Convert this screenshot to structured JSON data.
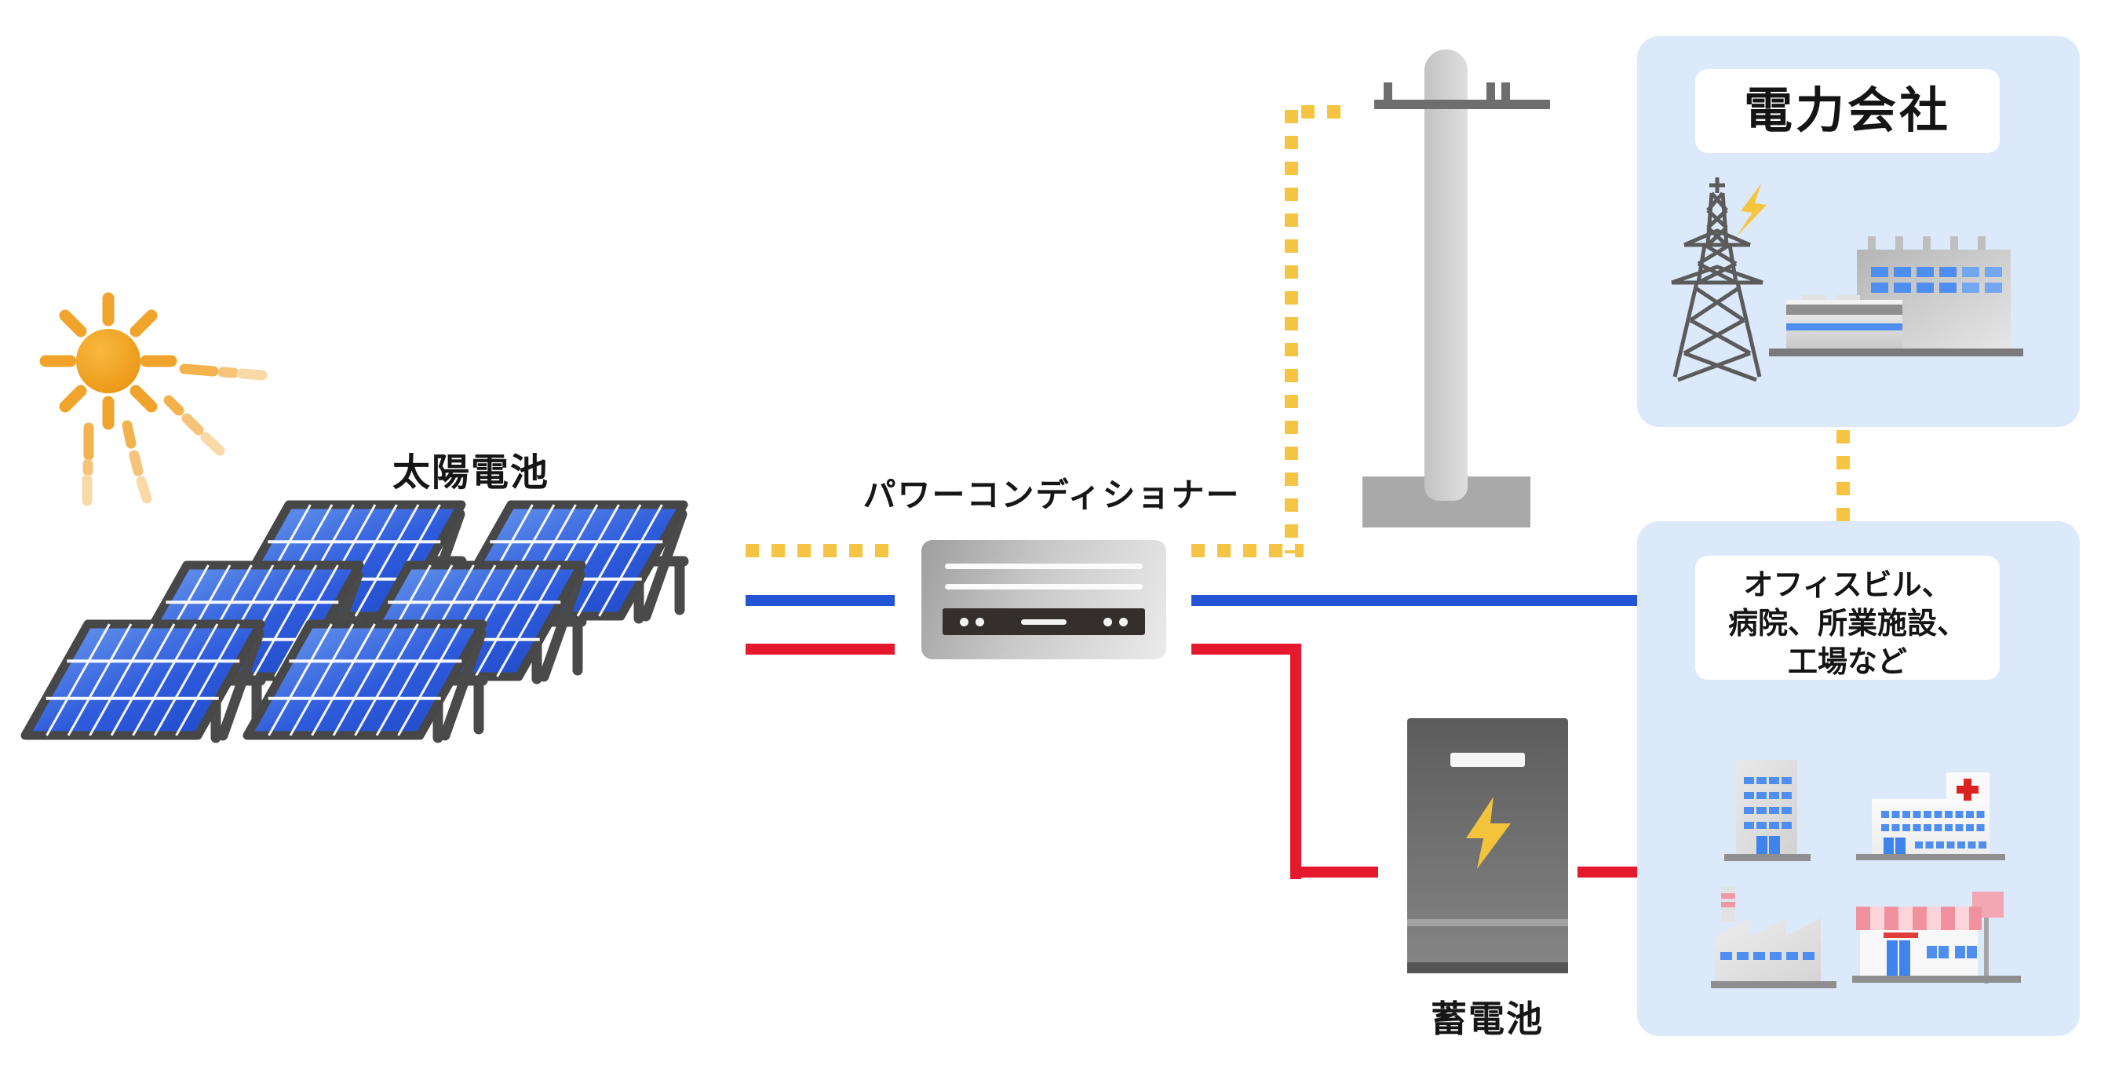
{
  "nodes": {
    "sun": {
      "icon": "sun-icon"
    },
    "solar_array": {
      "label": "太陽電池",
      "panel_count": 6
    },
    "power_conditioner": {
      "label": "パワーコンディショナー"
    },
    "utility_pole": {
      "icon": "utility-pole-icon"
    },
    "storage_battery": {
      "label": "蓄電池"
    },
    "power_company": {
      "label": "電力会社"
    },
    "consumers": {
      "label_lines": [
        "オフィスビル、",
        "病院、所業施設、",
        "工場など"
      ]
    }
  },
  "connections": {
    "yellow_dashed": "#F6C443",
    "blue_solid": "#2254D3",
    "red_solid": "#E6182E"
  },
  "palette": {
    "zone_background_blue": "#DBE9FB",
    "panel_blue_light": "#6FA0F0",
    "panel_blue_dark": "#1E49C8",
    "window_blue": "#4E8EF0",
    "bolt_yellow": "#F3C33C",
    "hospital_cross_red": "#DD2222",
    "awning_pink": "#F2919E",
    "sun_orange": "#F0A32A",
    "equipment_gray": "#C9C9C9"
  }
}
